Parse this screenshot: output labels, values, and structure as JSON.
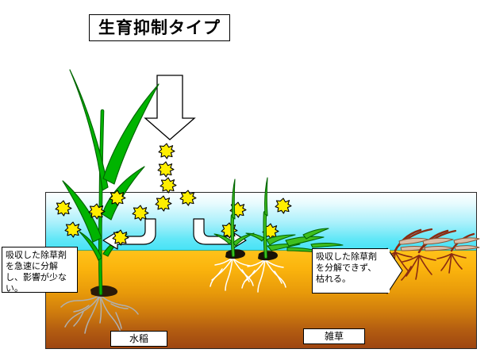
{
  "diagram": {
    "title": "生育抑制タイプ",
    "language": "ja",
    "subject": "herbicide-selectivity-paddy-field"
  },
  "title_box": {
    "label": "生育抑制タイプ"
  },
  "callouts": [
    {
      "id": "rice-callout",
      "text": "吸収した除草剤を急速に分解し、影響が少ない。",
      "points_to": "rice-plant"
    },
    {
      "id": "weed-callout",
      "text": "吸収した除草剤を分解できず、枯れる。",
      "points_to": "withered-weeds"
    }
  ],
  "labels": {
    "rice": "水稲",
    "weed": "雑草"
  },
  "icons": {
    "spray_arrow": "down-arrow-icon",
    "uptake_arrow_left": "curved-arrow-left-icon",
    "uptake_arrow_right": "curved-arrow-right-icon",
    "herbicide_particle": "herbicide-star-icon"
  },
  "colors": {
    "water_top": "#fbfeff",
    "water_bottom": "#45e2f6",
    "soil_top": "#ffc21a",
    "soil_bottom": "#9c4311",
    "leaf_green": "#00b200",
    "leaf_outline": "#006600",
    "herbicide_yellow": "#ffee00",
    "herbicide_outline": "#000000",
    "rice_root": "#b3b3b3",
    "weed_root_alive": "#ffffff",
    "withered_stem": "#8a2b12",
    "withered_leaf": "#d8bda8",
    "arrow_fill": "#ffffff",
    "arrow_outline": "#000000",
    "frame_border": "#2a2a2a"
  },
  "scene": {
    "zones": [
      {
        "name": "water",
        "label": ""
      },
      {
        "name": "soil",
        "label": ""
      }
    ],
    "plants": [
      {
        "name": "rice-plant",
        "state": "healthy"
      },
      {
        "name": "weed-plant-1",
        "state": "healthy"
      },
      {
        "name": "weed-plant-2",
        "state": "healthy"
      },
      {
        "name": "withered-weed-1",
        "state": "withered"
      },
      {
        "name": "withered-weed-2",
        "state": "withered"
      },
      {
        "name": "withered-weed-3",
        "state": "withered"
      }
    ]
  }
}
